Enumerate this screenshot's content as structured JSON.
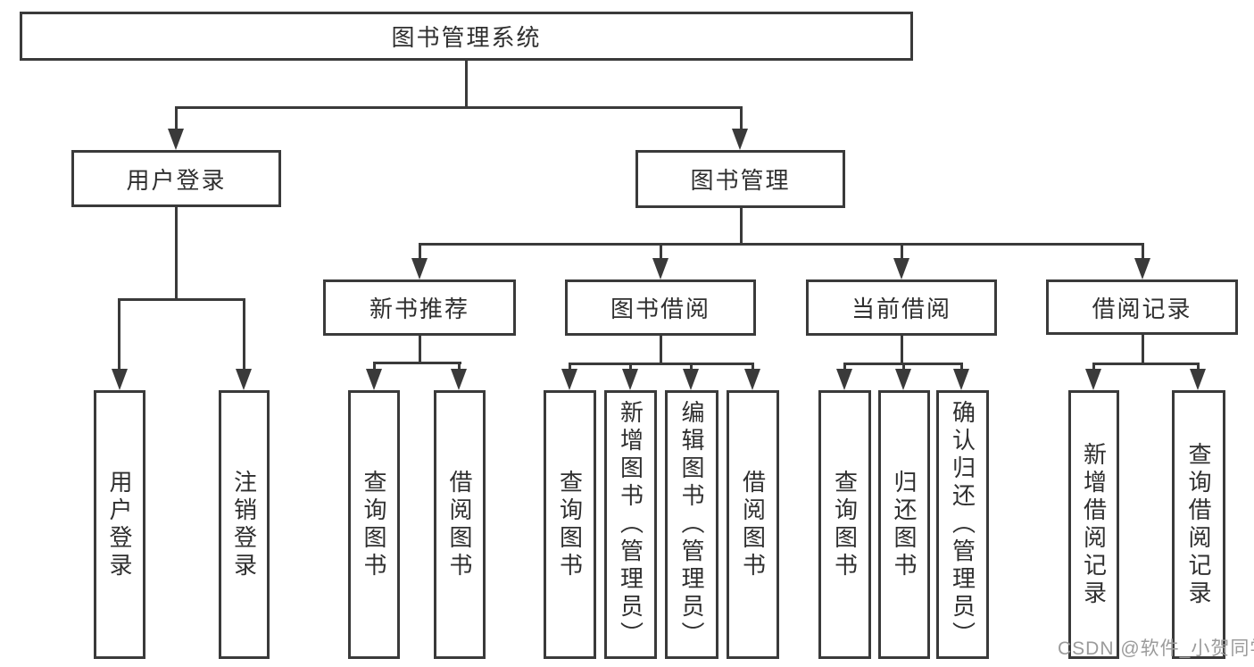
{
  "colors": {
    "line": "#3a3a3a",
    "text": "#2f2f2f",
    "background": "#ffffff",
    "watermark": "#9b9b9b"
  },
  "tree": {
    "label": "图书管理系统",
    "children": [
      {
        "label": "用户登录",
        "children": [
          {
            "label": "用户登录"
          },
          {
            "label": "注销登录"
          }
        ]
      },
      {
        "label": "图书管理",
        "children": [
          {
            "label": "新书推荐",
            "children": [
              {
                "label": "查询图书"
              },
              {
                "label": "借阅图书"
              }
            ]
          },
          {
            "label": "图书借阅",
            "children": [
              {
                "label": "查询图书"
              },
              {
                "label": "新增图书（管理员）"
              },
              {
                "label": "编辑图书（管理员）"
              },
              {
                "label": "借阅图书"
              }
            ]
          },
          {
            "label": "当前借阅",
            "children": [
              {
                "label": "查询图书"
              },
              {
                "label": "归还图书"
              },
              {
                "label": "确认归还（管理员）"
              }
            ]
          },
          {
            "label": "借阅记录",
            "children": [
              {
                "label": "新增借阅记录"
              },
              {
                "label": "查询借阅记录"
              }
            ]
          }
        ]
      }
    ]
  },
  "watermark": {
    "text": "CSDN @软件_小贺同学"
  }
}
